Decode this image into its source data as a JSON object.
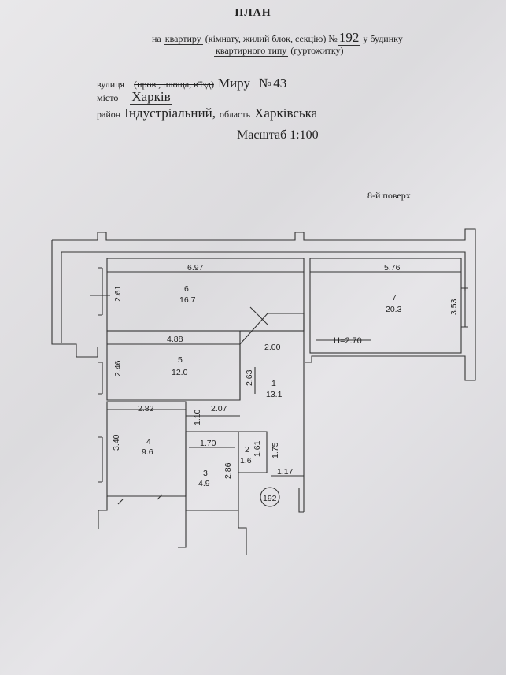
{
  "header": {
    "title": "ПЛАН",
    "line1_prefix": "на",
    "line1_underlined": "квартиру",
    "line1_rest": "(кімнату, жилий блок, секцію) №",
    "apartment_no": "192",
    "line1_suffix": "у будинку",
    "line2_underlined": "квартирного типу",
    "line2_rest": "(гуртожитку)"
  },
  "address": {
    "street_label": "вулиця",
    "street_type_struck": "(пров., площа, в'їзд)",
    "street_value": "Миру",
    "house_label": "№",
    "house_value": "43",
    "city_label": "місто",
    "city_value": "Харків",
    "district_label": "район",
    "district_value": "Індустріальний,",
    "region_label": "область",
    "region_value": "Харківська"
  },
  "scale": "Масштаб 1:100",
  "floor": "8-й поверх",
  "plan": {
    "ceiling_height": "H=2.70",
    "apartment_circle": "192",
    "rooms": [
      {
        "id": "6",
        "area": "16.7",
        "width": "6.97",
        "depth": "2.61"
      },
      {
        "id": "7",
        "area": "20.3",
        "width": "5.76",
        "depth": "3.53"
      },
      {
        "id": "5",
        "area": "12.0",
        "width": "4.88",
        "depth": "2.46"
      },
      {
        "id": "1",
        "area": "13.1",
        "width": "2.00",
        "depth": "2.63"
      },
      {
        "id": "4",
        "area": "9.6",
        "width": "2.82",
        "depth": "3.40"
      },
      {
        "id": "3",
        "area": "4.9",
        "width": "1.70",
        "depth": "2.86"
      },
      {
        "id": "2",
        "area": "1.6",
        "width": "1.61",
        "depth": "1.75"
      }
    ],
    "extra_dims": {
      "corridor_w": "2.07",
      "corridor_h": "1.10",
      "bath_w": "1.17"
    }
  },
  "colors": {
    "ink": "#222222",
    "paper": "#e4e3e6"
  }
}
